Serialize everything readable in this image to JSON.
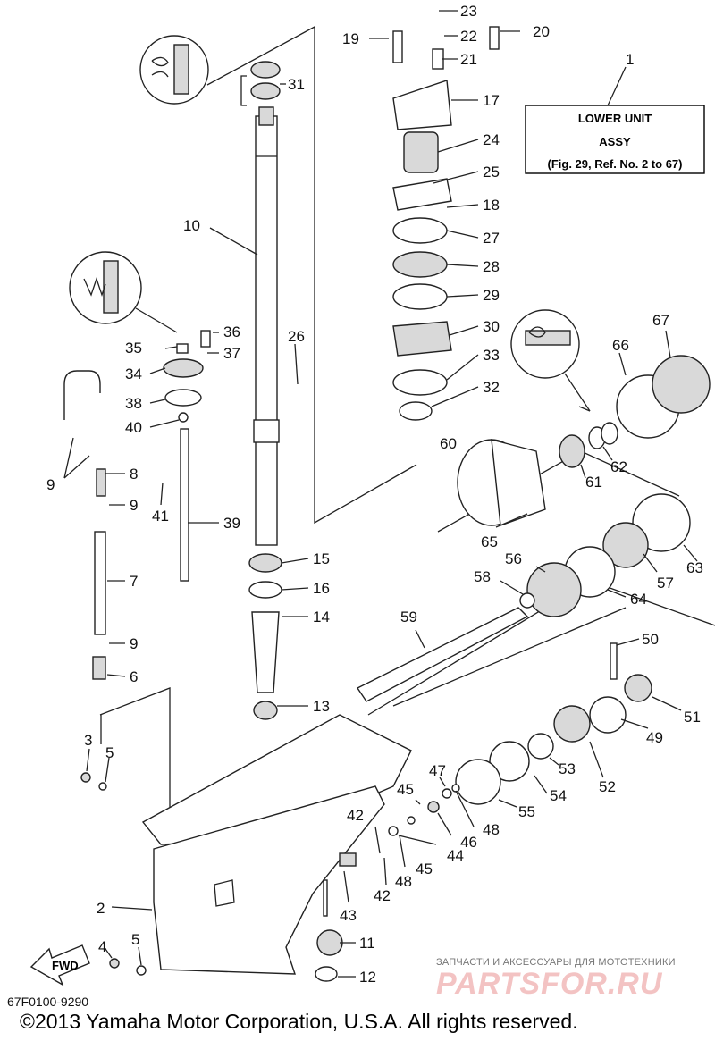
{
  "assy_box": {
    "ref": "1",
    "line1": "LOWER UNIT",
    "line2": "ASSY",
    "line3": "(Fig. 29, Ref. No. 2 to 67)"
  },
  "part_numbers": [
    "1",
    "2",
    "3",
    "4",
    "5",
    "6",
    "7",
    "8",
    "9",
    "10",
    "11",
    "12",
    "13",
    "14",
    "15",
    "16",
    "17",
    "18",
    "19",
    "20",
    "21",
    "22",
    "23",
    "24",
    "25",
    "26",
    "27",
    "28",
    "29",
    "30",
    "31",
    "32",
    "33",
    "34",
    "35",
    "36",
    "37",
    "38",
    "39",
    "40",
    "41",
    "42",
    "43",
    "44",
    "45",
    "46",
    "47",
    "48",
    "49",
    "50",
    "51",
    "52",
    "53",
    "54",
    "55",
    "56",
    "57",
    "58",
    "59",
    "60",
    "61",
    "62",
    "63",
    "64",
    "65",
    "66",
    "67"
  ],
  "fwd_label": "FWD",
  "diagram_code": "67F0100-9290",
  "copyright": "©2013 Yamaha Motor Corporation, U.S.A. All rights reserved.",
  "watermark": {
    "tagline": "ЗАПЧАСТИ И АКСЕССУАРЫ ДЛЯ МОТОТЕХНИКИ",
    "brand": "PARTSFOR.RU"
  }
}
